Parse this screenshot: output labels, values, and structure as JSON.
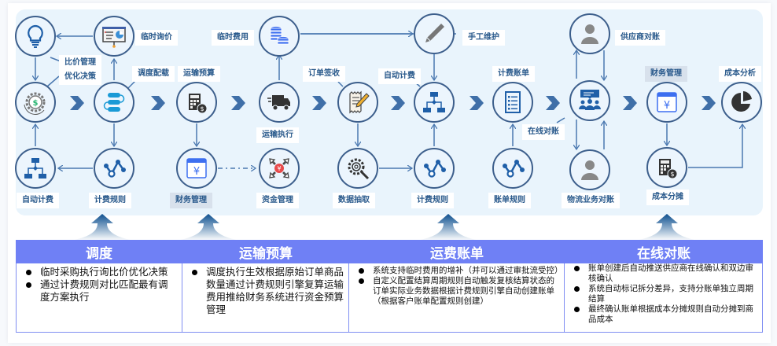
{
  "nodes": {
    "idea": {
      "icon": "lightbulb-icon"
    },
    "temp_inquiry": {
      "label": "临时询价",
      "icon": "presentation-chart-icon"
    },
    "compare_manage": {
      "label": "比价管理"
    },
    "optimize_decision": {
      "label": "优化决策"
    },
    "cost_gear": {
      "icon": "gear-dollar-icon"
    },
    "dispatch": {
      "label": "调度配载",
      "icon": "dispatch-flow-icon"
    },
    "auto_billing_left": {
      "label": "自动计费",
      "icon": "flowchart-icon"
    },
    "billing_rules_1": {
      "label": "计费规则",
      "icon": "rule-nodes-icon"
    },
    "transport_budget": {
      "label": "运输预算",
      "icon": "calculator-dollar-icon"
    },
    "finance_manage_1": {
      "label": "财务管理",
      "icon": "yuan-calendar-icon"
    },
    "temp_fee": {
      "label": "临时费用",
      "icon": "coins-stack-icon"
    },
    "transport_exec": {
      "label": "运输执行",
      "icon": "truck-icon"
    },
    "fund_manage": {
      "label": "资金管理",
      "icon": "yuan-expand-icon"
    },
    "order_sign": {
      "label": "订单签收",
      "icon": "receipt-pen-icon"
    },
    "data_extract": {
      "label": "数据抽取",
      "icon": "gear-search-icon"
    },
    "manual_maintain": {
      "label": "手工维护",
      "icon": "pencil-icon"
    },
    "auto_billing": {
      "label": "自动计费",
      "icon": "flowchart-icon"
    },
    "billing_rules_2": {
      "label": "计费规则",
      "icon": "rule-nodes-icon"
    },
    "billing_bill": {
      "label": "计费账单",
      "icon": "list-document-icon"
    },
    "bill_rules": {
      "label": "账单规则",
      "icon": "rule-nodes-icon"
    },
    "online_recon": {
      "label": "在线对账",
      "icon": "meeting-group-icon"
    },
    "supplier_recon": {
      "label": "供应商对账",
      "icon": "user-icon"
    },
    "logistics_recon": {
      "label": "物流业务对账",
      "icon": "user-icon"
    },
    "finance_manage_2": {
      "label": "财务管理",
      "icon": "yuan-calendar-icon"
    },
    "cost_allocation": {
      "label": "成本分摊",
      "icon": "calculator-dollar-icon"
    },
    "cost_analysis": {
      "label": "成本分析",
      "icon": "pie-chart-icon"
    }
  },
  "sections": [
    {
      "title": "调度",
      "bullets": [
        "临时采购执行询比价优化决策",
        "通过计费规则对比匹配最有调度方案执行"
      ]
    },
    {
      "title": "运输预算",
      "bullets": [
        "调度执行生效根据原始订单商品数量通过计费规则引擎复算运输费用推给财务系统进行资金预算管理"
      ]
    },
    {
      "title": "运费账单",
      "bullets": [
        "系统支持临时费用的增补（并可以通过审批流受控）",
        "自定义配置结算周期规则自动触发复核结算状态的订单实际业务数据根据计费规则引擎自动创建账单（根据客户账单配置规则创建）"
      ]
    },
    {
      "title": "在线对账",
      "bullets": [
        "账单创建后自动推送供应商在线确认和双边审核确认",
        "系统自动标记拆分差异，支持分账单独立周期结算",
        "最终确认账单根据成本分摊规则自动分摊到商品成本"
      ]
    }
  ],
  "colors": {
    "line": "#4a78b0",
    "node_border": "#3d5f8c",
    "chevron": "#3f6fa8",
    "section_header": "#6f80f5",
    "label_text": "#2a5a8c",
    "icon_blue": "#1f5fa8",
    "icon_dark": "#333333"
  }
}
